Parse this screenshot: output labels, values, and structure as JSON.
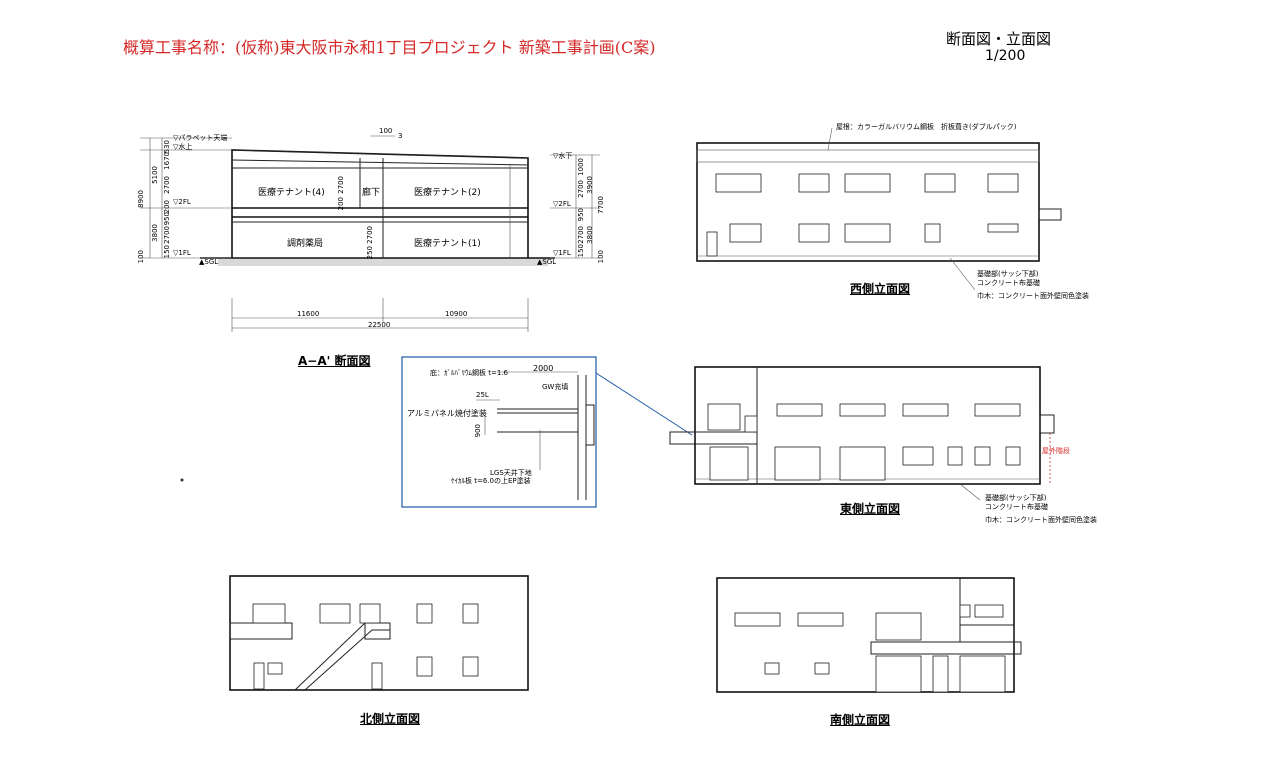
{
  "header": {
    "project_title": "概算工事名称：(仮称)東大阪市永和1丁目プロジェクト 新築工事計画(C案)",
    "sheet_title": "断面図・立面図",
    "scale": "1/200"
  },
  "section": {
    "caption": "A−A' 断面図",
    "roof_label": "▽パラペット天端",
    "water_top": "▽水上",
    "water_bottom": "▽水下",
    "fl2_left": "▽2FL",
    "fl2_right": "▽2FL",
    "fl1_left": "▽1FL",
    "fl1_right": "▽1FL",
    "sgl_left": "▲SGL",
    "sgl_right": "▲SGL",
    "slope": "100",
    "slope2": "3",
    "room_2f_left": "医療テナント(4)",
    "room_2f_corridor": "廊下",
    "room_2f_right": "医療テナント(2)",
    "room_1f_left": "調剤薬局",
    "room_1f_right": "医療テナント(1)",
    "dim_left": "11600",
    "dim_right": "10900",
    "dim_total": "22500",
    "left_dims": [
      "530",
      "1670",
      "2700",
      "200",
      "950",
      "2700",
      "150",
      "100"
    ],
    "left_totals": [
      "5100",
      "3800",
      "8900"
    ],
    "right_dims": [
      "1000",
      "2700",
      "950",
      "2700",
      "150",
      "100"
    ],
    "right_totals": [
      "3900",
      "3800",
      "7700"
    ],
    "inner_dims": [
      "2700",
      "200",
      "2700",
      "250"
    ]
  },
  "west": {
    "caption": "西側立面図",
    "note_roof": "屋根：カラーガルバリウム鋼板　折板葺き(ダブルパック)",
    "note_base1": "基礎部(サッシ下部)",
    "note_base2": "コンクリート布基礎",
    "note_base3": "巾木：コンクリート面外壁同色塗装"
  },
  "detail": {
    "note_top": "庇：ｶﾞﾙﾊﾞﾘｳﾑ鋼板 t=1.6",
    "dim_2000": "2000",
    "note_gw": "GW充填",
    "note_25l": "25L",
    "note_panel": "アルミパネル焼付塗装",
    "dim_900": "900",
    "note_lgs": "LGS天井下地",
    "note_board": "ｹｲｶﾙ板 t=6.0の上EP塗装"
  },
  "east": {
    "caption": "東側立面図",
    "note_stair": "屋外階段",
    "note_base1": "基礎部(サッシ下部)",
    "note_base2": "コンクリート布基礎",
    "note_base3": "巾木：コンクリート面外壁同色塗装"
  },
  "north": {
    "caption": "北側立面図"
  },
  "south": {
    "caption": "南側立面図"
  },
  "colors": {
    "title_red": "#d62828",
    "line": "#222222",
    "detail_frame": "#1f5aa6",
    "stair_note": "#d62828"
  }
}
